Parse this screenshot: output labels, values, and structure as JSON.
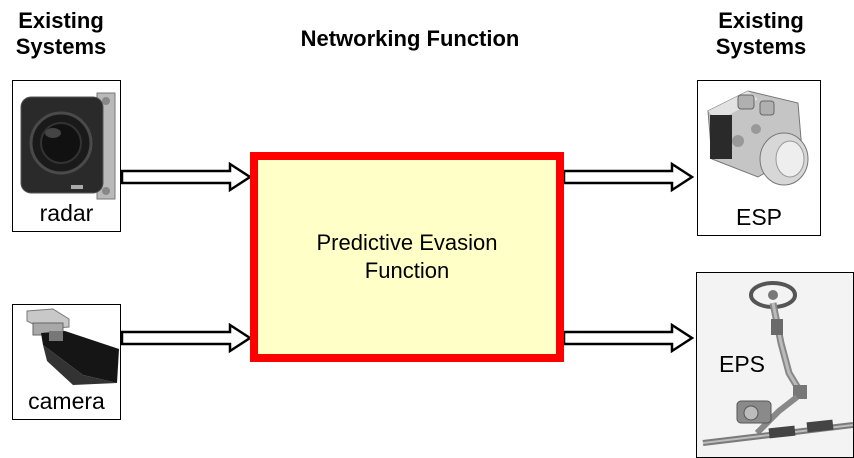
{
  "headings": {
    "left": "Existing\nSystems",
    "center": "Networking Function",
    "right": "Existing\nSystems"
  },
  "inputs": [
    {
      "label": "radar",
      "icon": "radar-sensor-icon"
    },
    {
      "label": "camera",
      "icon": "camera-sensor-icon"
    }
  ],
  "outputs": [
    {
      "label": "ESP",
      "icon": "esp-unit-icon"
    },
    {
      "label": "EPS",
      "icon": "steering-column-icon"
    }
  ],
  "center": {
    "line1": "Predictive Evasion",
    "line2": "Function"
  },
  "colors": {
    "function_fill": "#ffffc8",
    "function_border": "#ff0000"
  }
}
